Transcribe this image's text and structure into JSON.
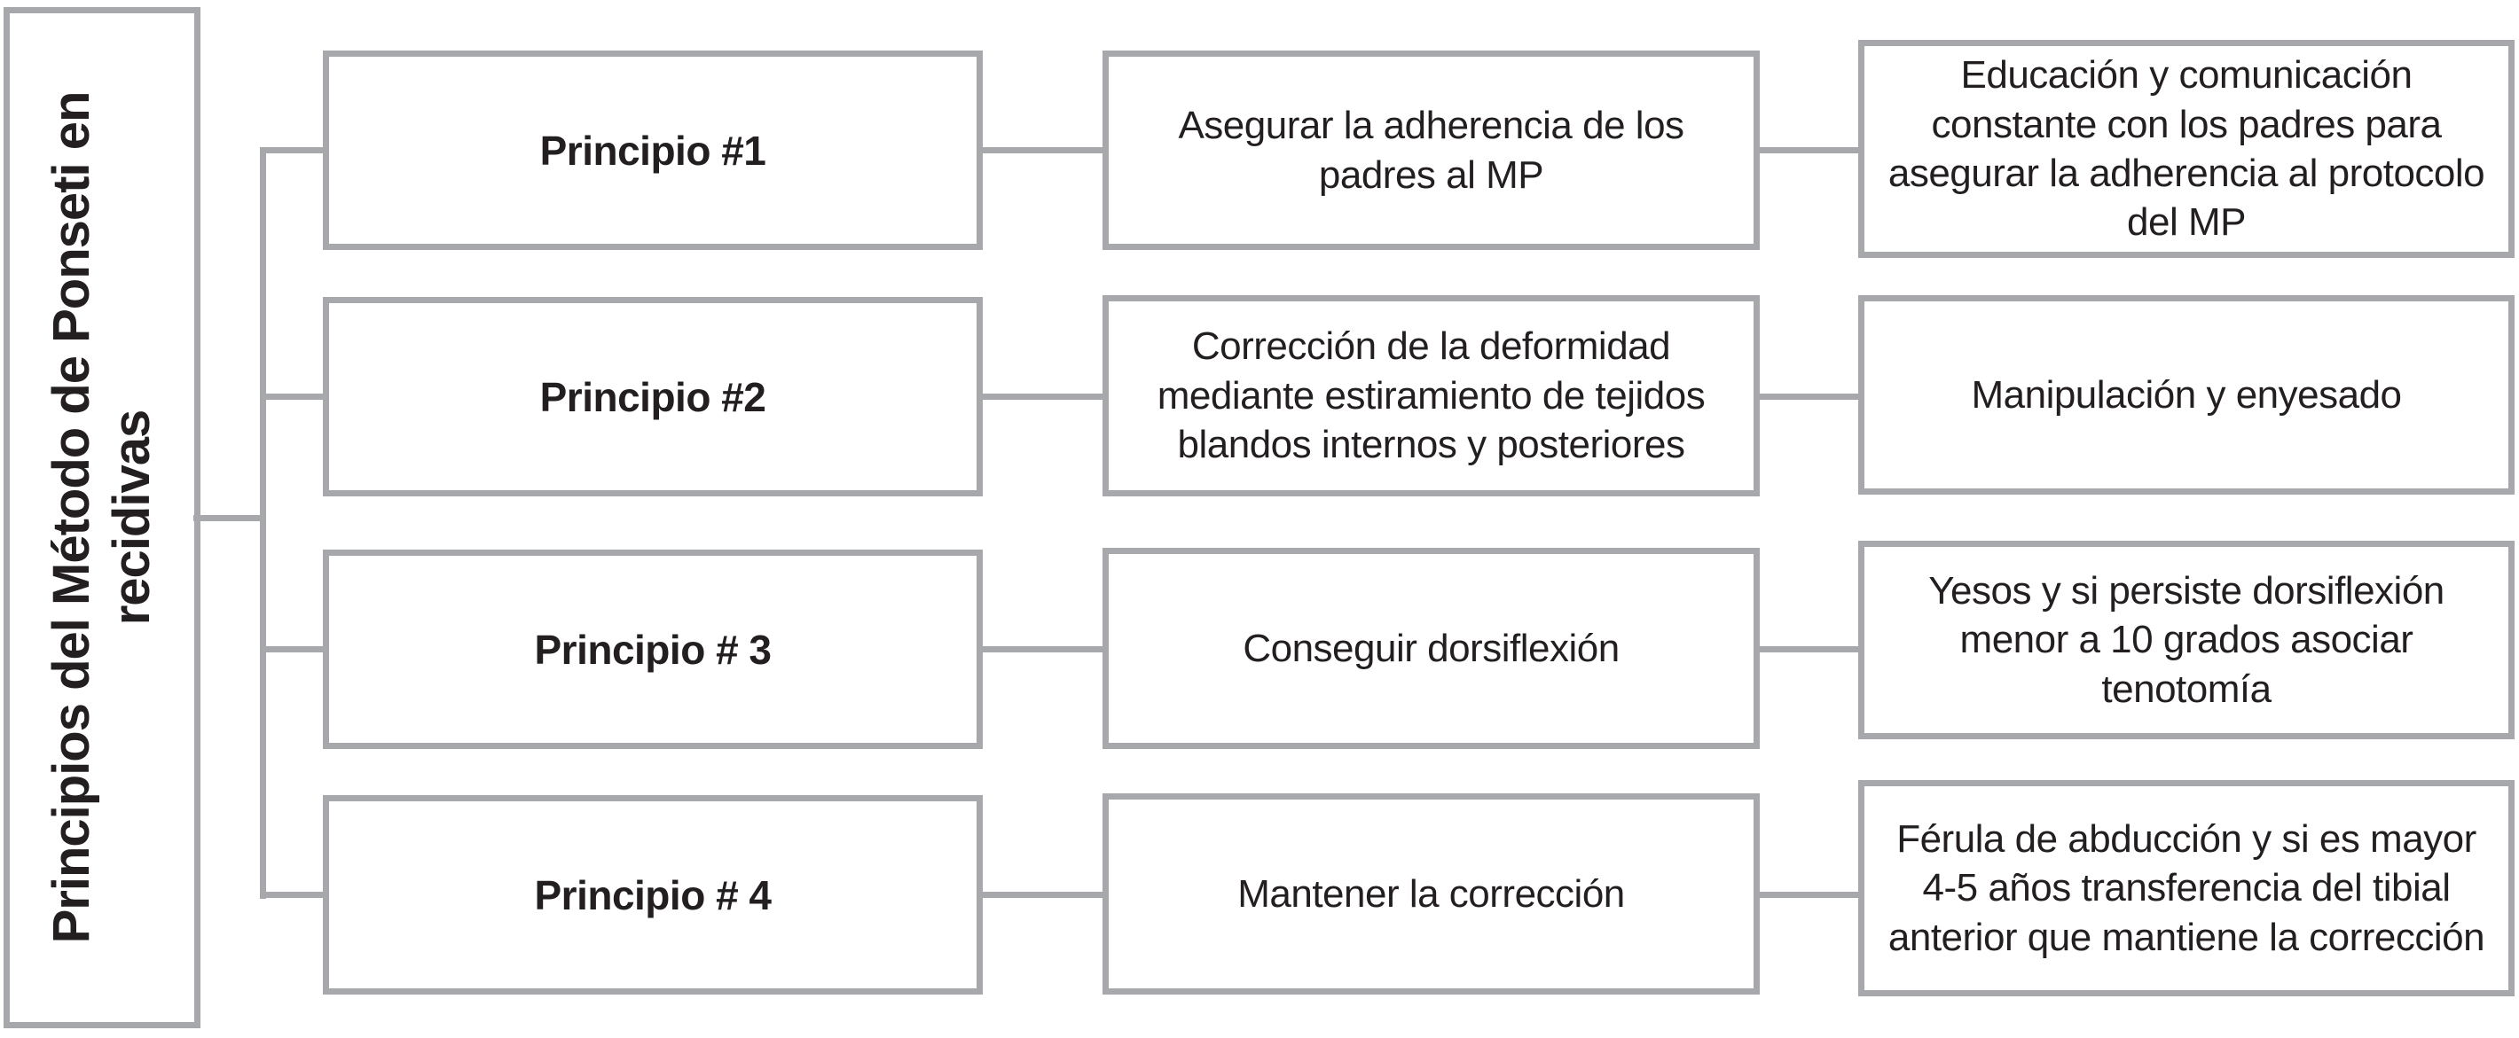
{
  "diagram": {
    "title": "Principios del Método de Ponseti en recidivas",
    "title_lines": [
      "Principios del Método de Ponseti en",
      "recidivas"
    ],
    "colors": {
      "box_border": "#a6a8ab",
      "connector": "#a6a8ab",
      "text": "#231f20",
      "background": "#ffffff"
    },
    "rows": [
      {
        "principle": "Principio #1",
        "action": "Asegurar la adherencia de los padres al MP",
        "detail": "Educación y comunicación constante con los padres para asegurar la adherencia al protocolo del MP"
      },
      {
        "principle": "Principio #2",
        "action": "Corrección de la deformidad mediante estiramiento de tejidos blandos internos y posteriores",
        "detail": "Manipulación y enyesado"
      },
      {
        "principle": "Principio # 3",
        "action": "Conseguir dorsiflexión",
        "detail": "Yesos y si persiste dorsiflexión menor a 10 grados asociar tenotomía"
      },
      {
        "principle": "Principio # 4",
        "action": "Mantener la corrección",
        "detail": "Férula de abducción y si es mayor 4-5 años transferencia del tibial anterior que mantiene la corrección"
      }
    ]
  }
}
